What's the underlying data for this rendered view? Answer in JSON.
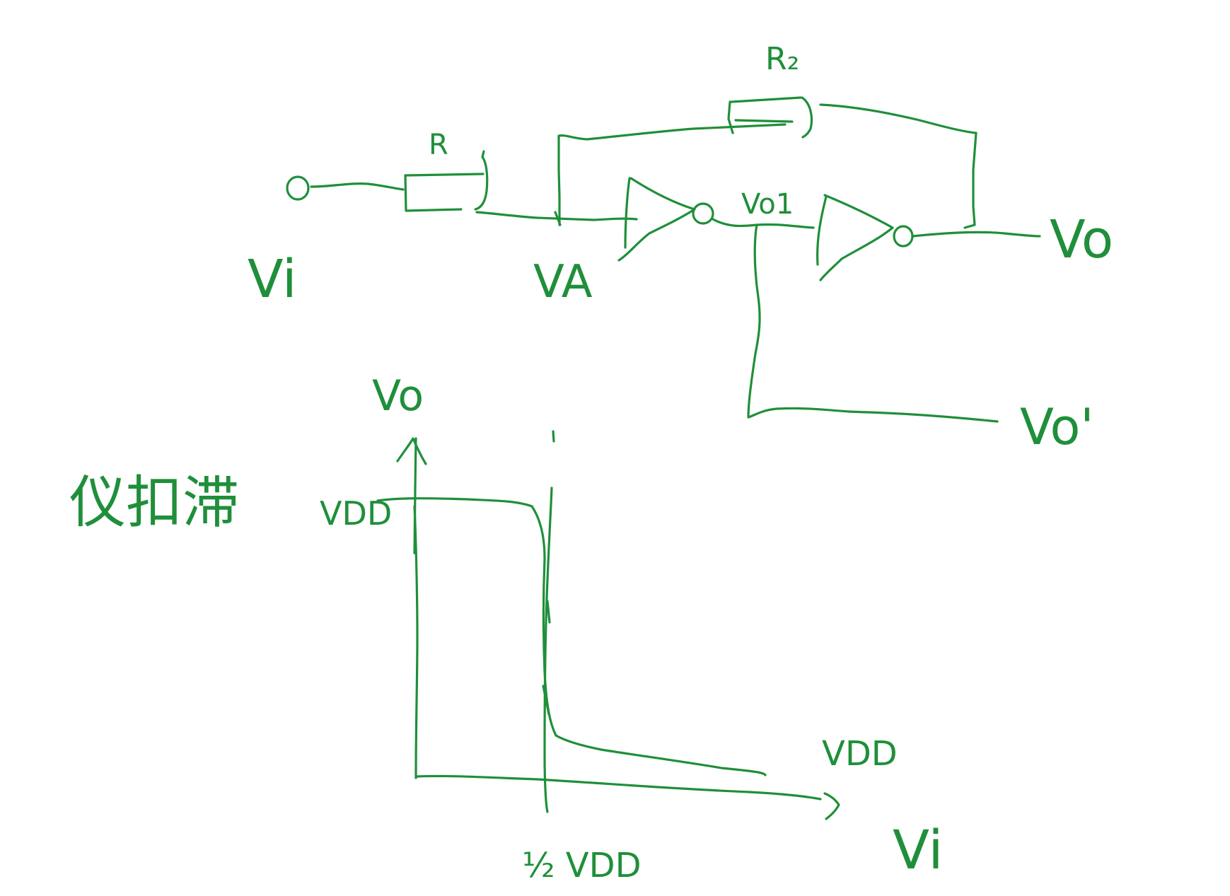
{
  "colors": {
    "ink": "#1f8f3a",
    "background": "#ffffff"
  },
  "circuit": {
    "resistor_r_label": "R",
    "resistor_r2_label": "R₂",
    "input_label": "Vi",
    "node_a_label": "VA",
    "node_o1_label": "Vo1",
    "output_label": "Vo",
    "output_prime_label": "Vo'"
  },
  "transfer_plot": {
    "title": "仪扣滞",
    "y_axis_label": "Vo",
    "x_axis_label": "Vi",
    "y_high_label": "VDD",
    "x_threshold_label": "½ VDD",
    "x_high_label": "VDD"
  }
}
